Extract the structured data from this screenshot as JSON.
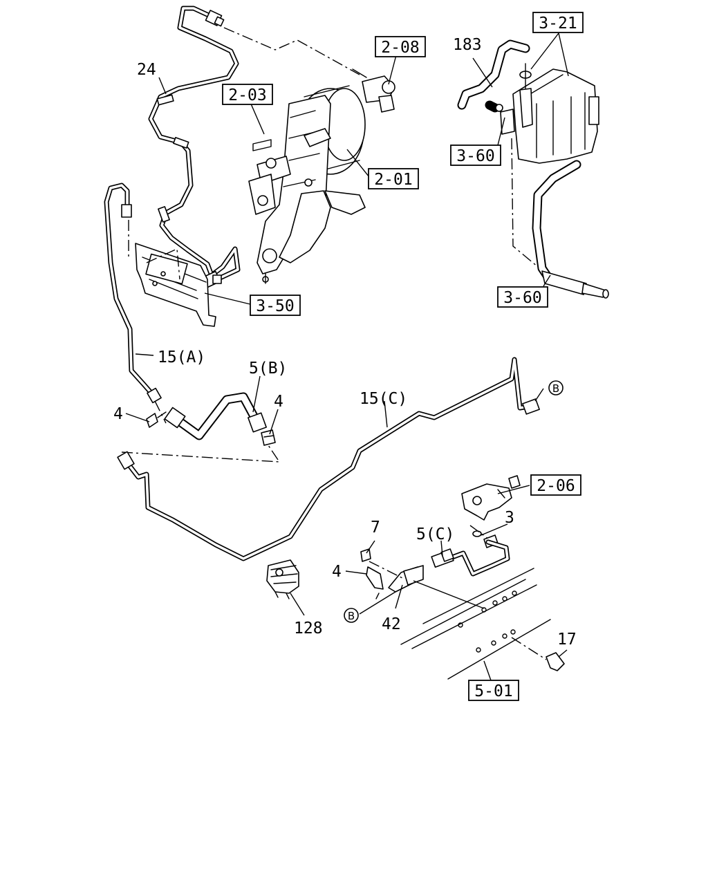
{
  "labels": {
    "c24": "24",
    "c183": "183",
    "c15a": "15(A)",
    "c5b": "5(B)",
    "c4a": "4",
    "c4b": "4",
    "c15c": "15(C)",
    "c7": "7",
    "c5c": "5(C)",
    "c3": "3",
    "c4c": "4",
    "c42": "42",
    "c128": "128",
    "c17": "17"
  },
  "boxes": {
    "b208": "2-08",
    "b203": "2-03",
    "b201": "2-01",
    "b321": "3-21",
    "b360a": "3-60",
    "b350": "3-50",
    "b360b": "3-60",
    "b206": "2-06",
    "b501": "5-01"
  },
  "markers": {
    "m1": "B",
    "m2": "B"
  }
}
